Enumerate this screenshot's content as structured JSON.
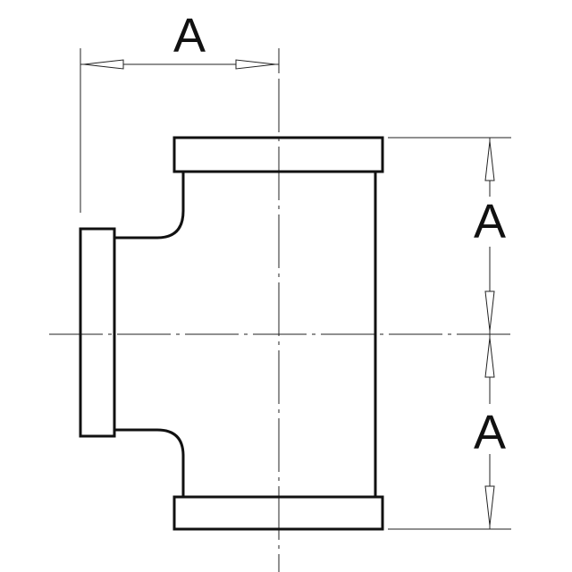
{
  "drawing": {
    "dimension_labels": {
      "top": "A",
      "right_upper": "A",
      "right_lower": "A"
    },
    "colors": {
      "background": "#ffffff",
      "line": "#111111"
    }
  }
}
